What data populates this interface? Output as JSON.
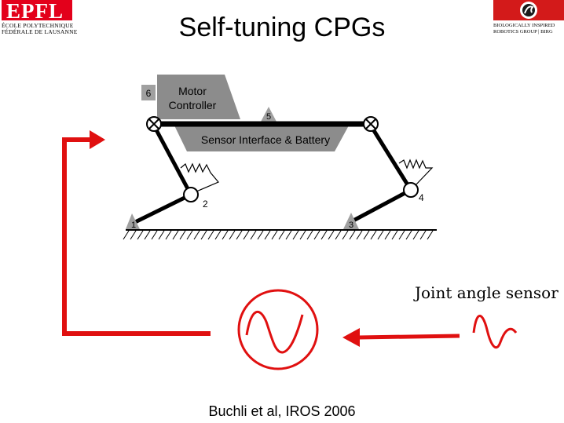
{
  "header": {
    "title": "Self-tuning CPGs",
    "epfl_logo": {
      "wordmark": "EPFL",
      "line1": "ÉCOLE POLYTECHNIQUE",
      "line2": "FÉDÉRALE DE LAUSANNE"
    },
    "birg_logo": {
      "line1": "BIOLOGICALLY INSPIRED",
      "line2": "ROBOTICS GROUP | BIRG"
    }
  },
  "diagram": {
    "motor_controller_label_1": "Motor",
    "motor_controller_label_2": "Controller",
    "sensor_battery_label": "Sensor Interface & Battery",
    "node_labels": {
      "n1": "1",
      "n2": "2",
      "n3": "3",
      "n4": "4",
      "n5": "5",
      "n6": "6"
    },
    "sensor_caption": "Joint angle sensor"
  },
  "footer": {
    "citation": "Buchli et al, IROS 2006"
  },
  "colors": {
    "feedback_red": "#e01010",
    "robot_gray": "#8c8c8c",
    "ground_black": "#000000"
  }
}
